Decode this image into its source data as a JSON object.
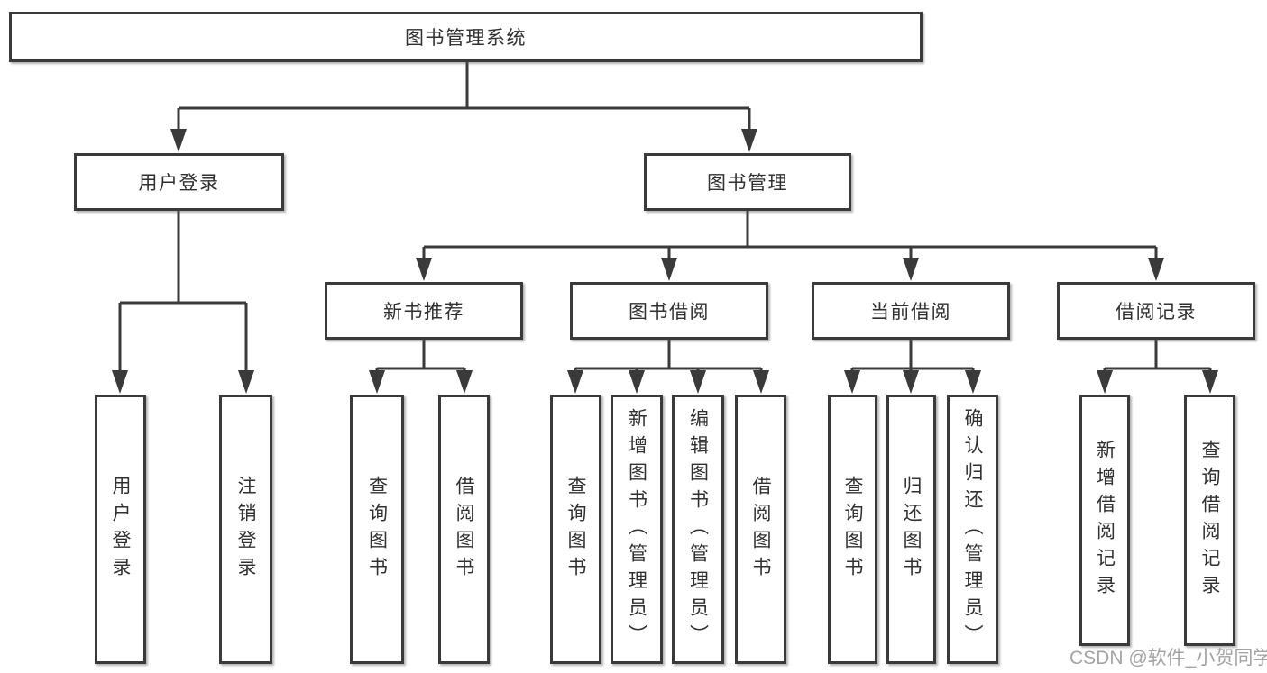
{
  "tree": {
    "label": "图书管理系统",
    "children": [
      {
        "label": "用户登录",
        "children": [
          {
            "label": "用户登录"
          },
          {
            "label": "注销登录"
          }
        ]
      },
      {
        "label": "图书管理",
        "children": [
          {
            "label": "新书推荐",
            "children": [
              {
                "label": "查询图书"
              },
              {
                "label": "借阅图书"
              }
            ]
          },
          {
            "label": "图书借阅",
            "children": [
              {
                "label": "查询图书"
              },
              {
                "label": "新增图书（管理员）"
              },
              {
                "label": "编辑图书（管理员）"
              },
              {
                "label": "借阅图书"
              }
            ]
          },
          {
            "label": "当前借阅",
            "children": [
              {
                "label": "查询图书"
              },
              {
                "label": "归还图书"
              },
              {
                "label": "确认归还（管理员）"
              }
            ]
          },
          {
            "label": "借阅记录",
            "children": [
              {
                "label": "新增借阅记录"
              },
              {
                "label": "查询借阅记录"
              }
            ]
          }
        ]
      }
    ]
  },
  "watermark": {
    "text": "CSDN @软件_小贺同学"
  },
  "colors": {
    "line": "#3a3a3a",
    "box_border": "#3a3a3a",
    "box_fill": "#ffffff",
    "text": "#303030",
    "watermark": "#999999",
    "background": "#ffffff"
  }
}
